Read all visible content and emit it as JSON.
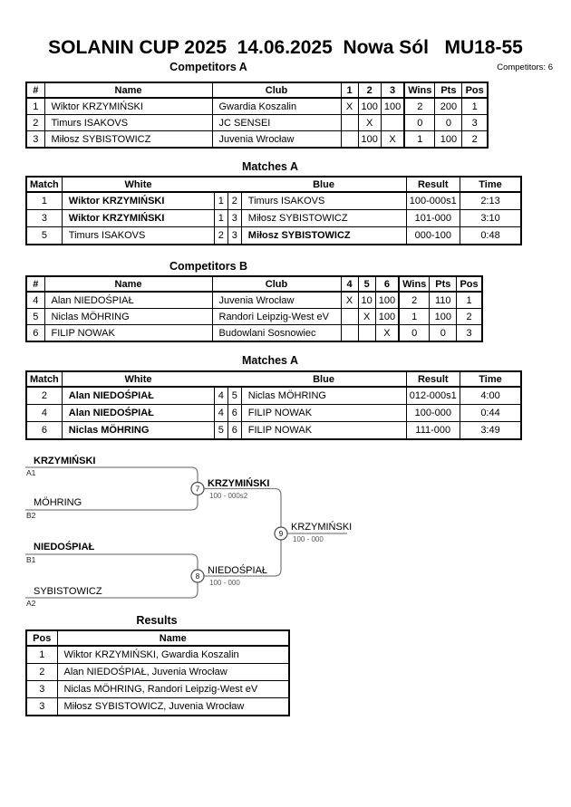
{
  "title": "SOLANIN CUP 2025  14.06.2025  Nowa Sól   MU18-55",
  "competitors_count_label": "Competitors: 6",
  "compA": {
    "heading": "Competitors A",
    "headers": [
      "#",
      "Name",
      "Club",
      "1",
      "2",
      "3",
      "Wins",
      "Pts",
      "Pos"
    ],
    "rows": [
      [
        "1",
        "Wiktor KRZYMIŃSKI",
        "Gwardia Koszalin",
        "X",
        "100",
        "100",
        "2",
        "200",
        "1"
      ],
      [
        "2",
        "Timurs ISAKOVS",
        "JC SENSEI",
        "",
        "X",
        "",
        "0",
        "0",
        "3"
      ],
      [
        "3",
        "Miłosz SYBISTOWICZ",
        "Juvenia Wrocław",
        "",
        "100",
        "X",
        "1",
        "100",
        "2"
      ]
    ]
  },
  "matchesA": {
    "heading": "Matches A",
    "headers": [
      "Match",
      "White",
      "Blue",
      "Result",
      "Time"
    ],
    "rows": [
      [
        "1",
        "Wiktor KRZYMIŃSKI",
        "1",
        "2",
        "Timurs ISAKOVS",
        "100-000s1",
        "2:13"
      ],
      [
        "3",
        "Wiktor KRZYMIŃSKI",
        "1",
        "3",
        "Miłosz SYBISTOWICZ",
        "101-000",
        "3:10"
      ],
      [
        "5",
        "Timurs ISAKOVS",
        "2",
        "3",
        "Miłosz SYBISTOWICZ",
        "000-100",
        "0:48"
      ]
    ]
  },
  "compB": {
    "heading": "Competitors B",
    "headers": [
      "#",
      "Name",
      "Club",
      "4",
      "5",
      "6",
      "Wins",
      "Pts",
      "Pos"
    ],
    "rows": [
      [
        "4",
        "Alan NIEDOŚPIAŁ",
        "Juvenia Wrocław",
        "X",
        "10",
        "100",
        "2",
        "110",
        "1"
      ],
      [
        "5",
        "Niclas MÖHRING",
        "Randori Leipzig-West eV",
        "",
        "X",
        "100",
        "1",
        "100",
        "2"
      ],
      [
        "6",
        "FILIP NOWAK",
        "Budowlani Sosnowiec",
        "",
        "",
        "X",
        "0",
        "0",
        "3"
      ]
    ]
  },
  "matchesB": {
    "heading": "Matches A",
    "headers": [
      "Match",
      "White",
      "Blue",
      "Result",
      "Time"
    ],
    "rows": [
      [
        "2",
        "Alan NIEDOŚPIAŁ",
        "4",
        "5",
        "Niclas MÖHRING",
        "012-000s1",
        "4:00"
      ],
      [
        "4",
        "Alan NIEDOŚPIAŁ",
        "4",
        "6",
        "FILIP NOWAK",
        "100-000",
        "0:44"
      ],
      [
        "6",
        "Niclas MÖHRING",
        "5",
        "6",
        "FILIP NOWAK",
        "111-000",
        "3:49"
      ]
    ]
  },
  "bracket": {
    "sf1": {
      "p1": "KRZYMIŃSKI",
      "seed1": "A1",
      "p2": "MÖHRING",
      "seed2": "B2",
      "match": "7",
      "winner": "KRZYMIŃSKI",
      "score": "100 - 000s2"
    },
    "sf2": {
      "p1": "NIEDOŚPIAŁ",
      "seed1": "B1",
      "p2": "SYBISTOWICZ",
      "seed2": "A2",
      "match": "8",
      "winner": "NIEDOŚPIAŁ",
      "score": "100 - 000"
    },
    "final": {
      "match": "9",
      "winner": "KRZYMIŃSKI",
      "score": "100 - 000"
    }
  },
  "results": {
    "heading": "Results",
    "headers": [
      "Pos",
      "Name"
    ],
    "rows": [
      [
        "1",
        "Wiktor KRZYMIŃSKI, Gwardia Koszalin"
      ],
      [
        "2",
        "Alan NIEDOŚPIAŁ, Juvenia Wrocław"
      ],
      [
        "3",
        "Niclas MÖHRING, Randori Leipzig-West eV"
      ],
      [
        "3",
        "Miłosz SYBISTOWICZ, Juvenia Wrocław"
      ]
    ]
  },
  "colors": {
    "table_border": "#000000",
    "bracket_line": "#808080",
    "score_text": "#555555"
  }
}
